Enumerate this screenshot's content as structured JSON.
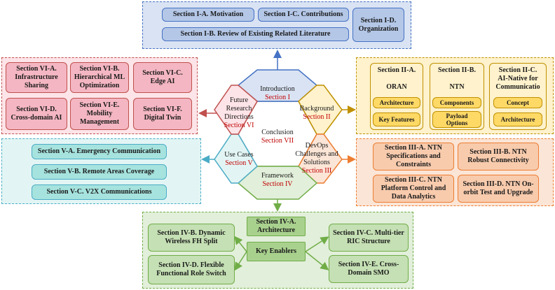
{
  "colors": {
    "blue_fill": "#dae3f3",
    "blue_box": "#b4c7e7",
    "blue_border": "#4472c4",
    "red_fill": "#fde4e8",
    "red_box": "#f4b6c2",
    "red_border": "#c0504d",
    "teal_fill": "#e2f5f4",
    "teal_box": "#a6e3de",
    "teal_border": "#4bacc6",
    "yellow_fill": "#fff2cc",
    "yellow_box": "#ffd966",
    "yellow_border": "#bf9000",
    "orange_fill": "#fbe5d6",
    "orange_box": "#f8cbad",
    "orange_border": "#ed7d31",
    "green_fill": "#e2efda",
    "green_box": "#c5e0b4",
    "green_border": "#70ad47",
    "accent_red": "#c00000"
  },
  "hexes": {
    "center": {
      "title": "Conclusion",
      "section": "Section VII"
    },
    "top": {
      "title": "Introduction",
      "section": "Section I"
    },
    "upper_right": {
      "title": "Background",
      "section": "Section II"
    },
    "lower_right": {
      "title": "DevOps Challenges and Solutions",
      "section": "Section III"
    },
    "bottom": {
      "title": "Framework",
      "section": "Section IV"
    },
    "lower_left": {
      "title": "Use Cases",
      "section": "Section V"
    },
    "upper_left": {
      "title": "Future Research Directions",
      "section": "Section VI"
    }
  },
  "section1": {
    "motivation": "Section I-A. Motivation",
    "contributions": "Section I-C. Contributions",
    "organization": "Section I-D. Organization",
    "review": "Section I-B. Review of Existing Related Literature"
  },
  "section2": {
    "oran": {
      "head": "Section II-A.",
      "name": "ORAN",
      "items": [
        "Architecture",
        "Key Features"
      ]
    },
    "ntn": {
      "head": "Section II-B.",
      "name": "NTN",
      "items": [
        "Components",
        "Payload Options"
      ]
    },
    "ai": {
      "head": "Section II-C.",
      "name": "AI-Native for Communicatio",
      "items": [
        "Concept",
        "Architecture"
      ]
    }
  },
  "section3": {
    "a": "Section III-A. NTN Specifications and Constraints",
    "b": "Section III-B. NTN Robust Connectivity",
    "c": "Section III-C. NTN Platform Control and Data Analytics",
    "d": "Section III-D. NTN On-orbit Test and Upgrade"
  },
  "section4": {
    "a": "Section IV-A. Architecture",
    "key": "Key Enablers",
    "b": "Section IV-B. Dynamic Wireless FH Split",
    "c": "Section IV-C. Multi-tier RIC Structure",
    "d": "Section IV-D. Flexible Functional Role Switch",
    "e": "Section IV-E. Cross-Domain SMO"
  },
  "section5": {
    "a": "Section V-A. Emergency Communication",
    "b": "Section V-B. Remote Areas Coverage",
    "c": "Section V-C. V2X Communications"
  },
  "section6": {
    "a": "Section VI-A. Infrastructure Sharing",
    "b": "Section VI-B. Hierarchical ML Optimization",
    "c": "Section VI-C. Edge AI",
    "d": "Section VI-D. Cross-domain AI",
    "e": "Section VI-E. Mobility Management",
    "f": "Section VI-F. Digital Twin"
  }
}
